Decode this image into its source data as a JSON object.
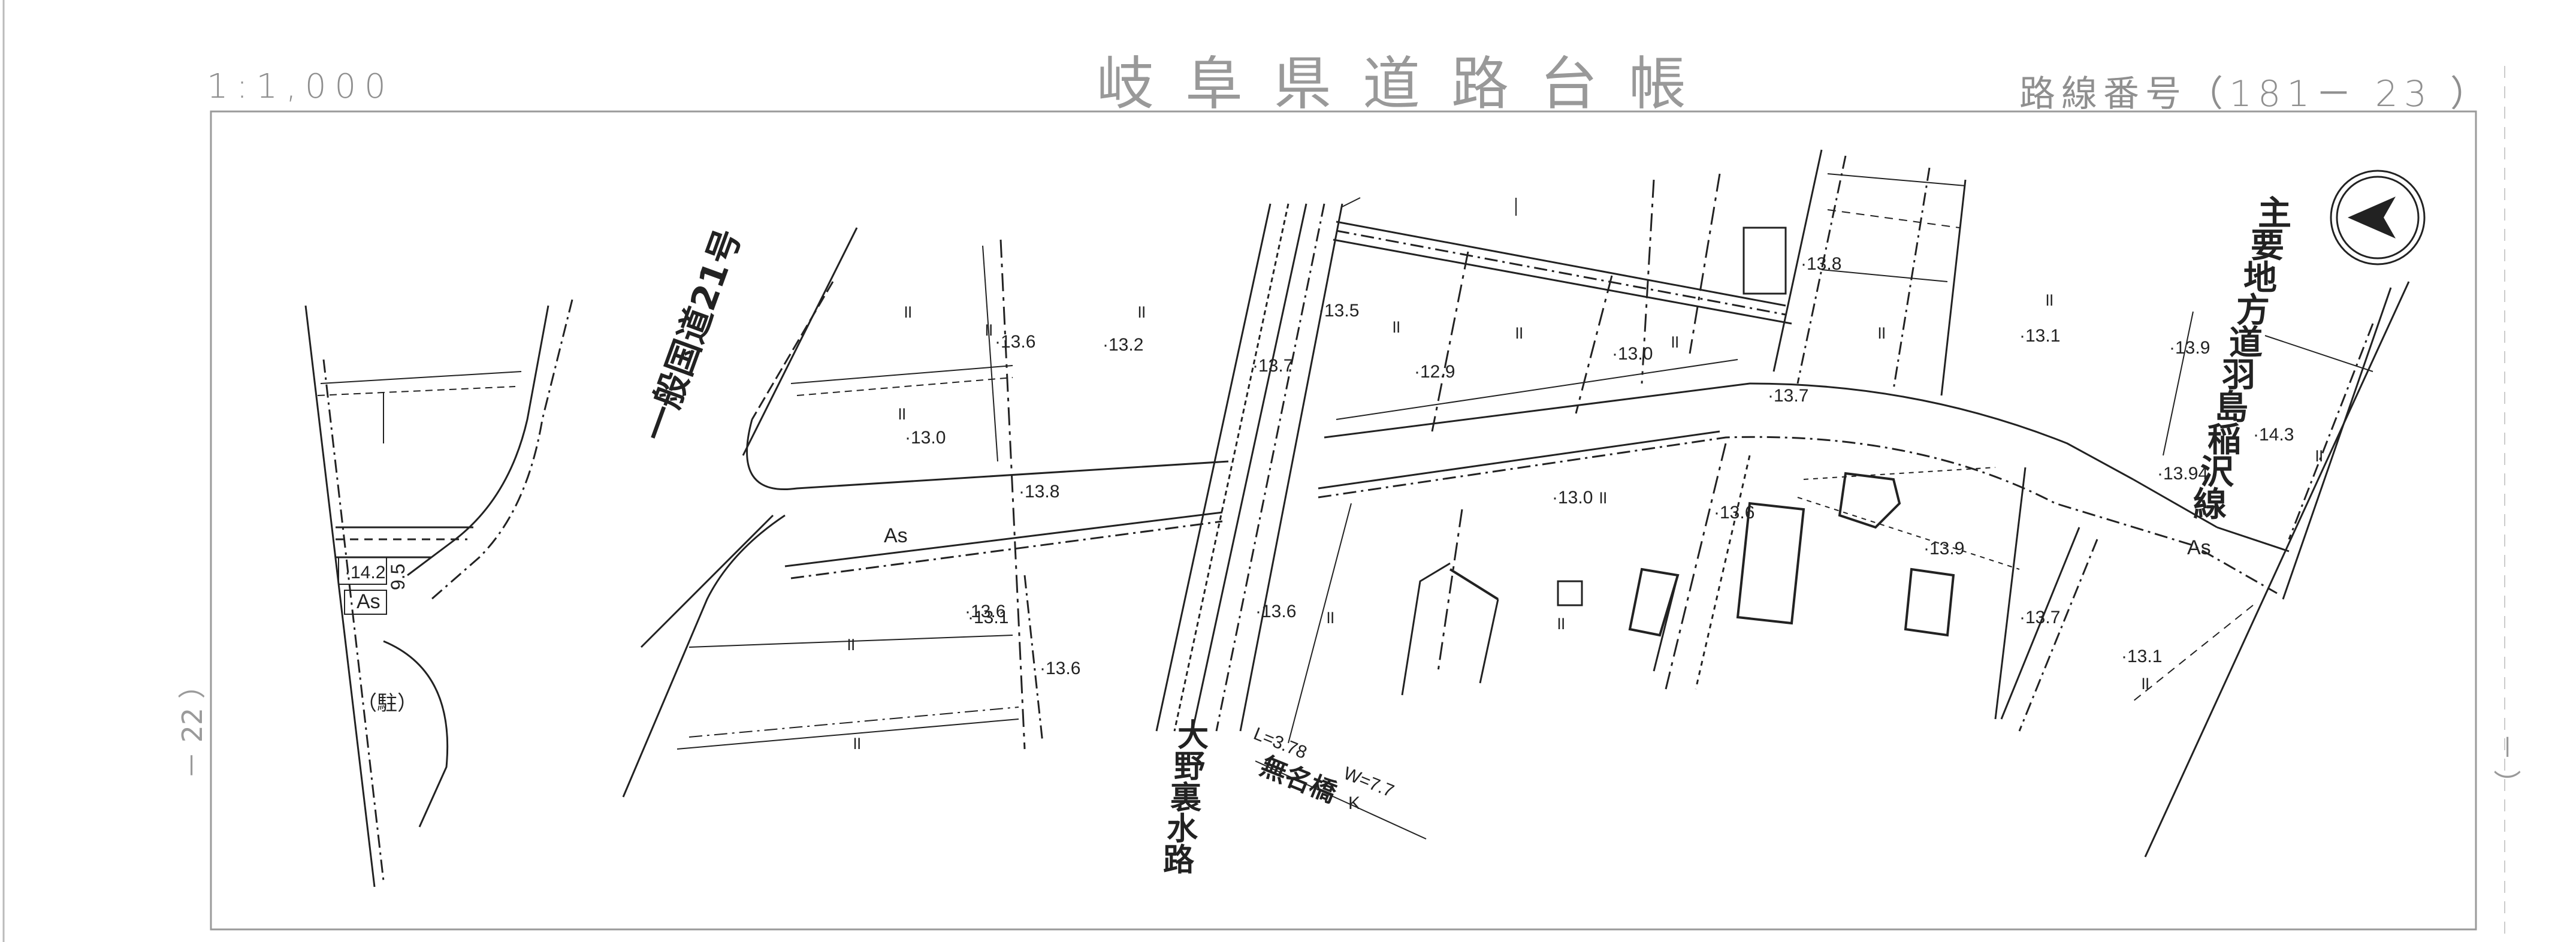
{
  "header": {
    "scale": "1:1,000",
    "title": "岐阜県道路台帳",
    "route_number": "路線番号（181－ 23 ）"
  },
  "margins": {
    "left_sheet_ref": "－ 22 ）",
    "right_sheet_ref": "（ －"
  },
  "north_arrow": {
    "icon": "north-arrow-icon"
  },
  "road_names": {
    "national_road": "一般国道21号",
    "prefectural_road": "主要地方道羽島稲沢線",
    "waterway": "大野裏水路",
    "bridge": "無名橋"
  },
  "bridge_info": {
    "length": "L=3.78",
    "width": "W=7.7",
    "code": "K"
  },
  "elevations": [
    "13.6",
    "13.2",
    "13.5",
    "13.7",
    "12.9",
    "13.0",
    "13.8",
    "13.7",
    "13.1",
    "13.9",
    "14.3",
    "13.0",
    "13.8",
    "13.6",
    "13.0",
    "13.6",
    "13.94",
    "13.9",
    "13.7",
    "13.1",
    "13.6",
    "13.6",
    "13.1",
    "14.2"
  ],
  "surface_labels": [
    "As",
    "As",
    "As"
  ],
  "land_use_marks": [
    "॥",
    "॥",
    "॥",
    "॥",
    "॥",
    "॥",
    "॥",
    "॥",
    "॥",
    "॥",
    "॥",
    "॥",
    "॥",
    "॥",
    "॥",
    "॥"
  ],
  "misc_labels": {
    "parking": "（駐）",
    "dim": "9.5"
  }
}
